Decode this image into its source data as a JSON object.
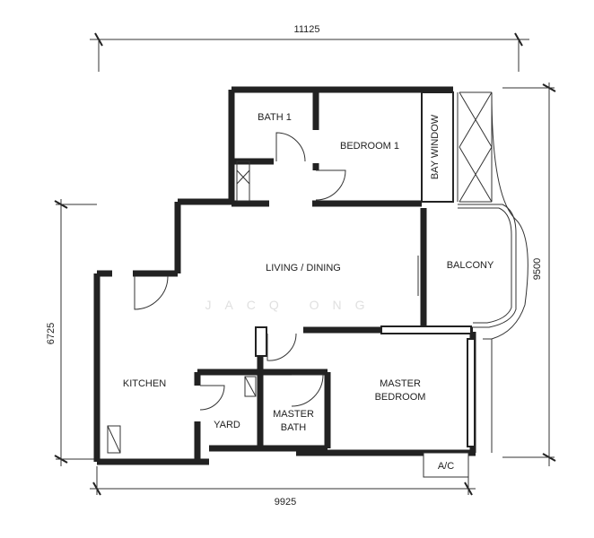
{
  "dimensions": {
    "top_width": "11125",
    "bottom_width": "9925",
    "left_height": "6725",
    "right_height": "9500"
  },
  "rooms": {
    "bath1": "BATH 1",
    "bedroom1": "BEDROOM 1",
    "bay_window": "BAY WINDOW",
    "living_dining": "LIVING / DINING",
    "balcony": "BALCONY",
    "kitchen": "KITCHEN",
    "yard": "YARD",
    "master_bath_line1": "MASTER",
    "master_bath_line2": "BATH",
    "master_bedroom_line1": "MASTER",
    "master_bedroom_line2": "BEDROOM",
    "ac": "A/C"
  },
  "watermark": "JACQ ONG"
}
